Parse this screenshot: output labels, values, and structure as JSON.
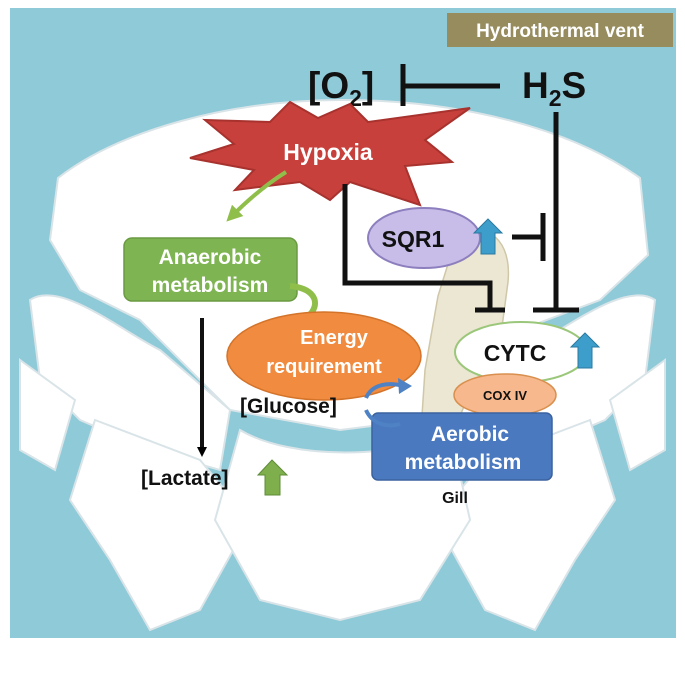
{
  "labels": {
    "hydrothermal_vent": "Hydrothermal vent",
    "o2_open": "[O",
    "o2_sub": "2",
    "o2_close": "]",
    "h2s_h": "H",
    "h2s_sub": "2",
    "h2s_s": "S",
    "hypoxia": "Hypoxia",
    "sqr1": "SQR1",
    "anaerobic_line1": "Anaerobic",
    "anaerobic_line2": "metabolism",
    "energy_line1": "Energy",
    "energy_line2": "requirement",
    "cytc": "CYTC",
    "cox4": "COX IV",
    "glucose": "[Glucose]",
    "aerobic_line1": "Aerobic",
    "aerobic_line2": "metabolism",
    "gill": "Gill",
    "lactate": "[Lactate]"
  },
  "colors": {
    "background": "#8fcad8",
    "crab_body": "#ffffff",
    "vent_badge": "#968c5d",
    "hypoxia_burst": "#c8403c",
    "sqr1_fill": "#c7bde8",
    "anaerobic_box": "#7fb452",
    "energy_ellipse": "#f08b3f",
    "cytc_ellipse": "#ffffff",
    "cox4_ellipse": "#f6b88c",
    "aerobic_box": "#4a79bf",
    "gill_shape": "#ece7d2",
    "up_arrow_blue": "#3d9ecb",
    "up_arrow_green": "#7fae4c",
    "green_arrow": "#8fbf4a",
    "blue_arrow": "#4e82c4"
  },
  "icons": [
    "up-arrow-icon",
    "inhibition-bar-icon",
    "curved-arrow-icon"
  ]
}
